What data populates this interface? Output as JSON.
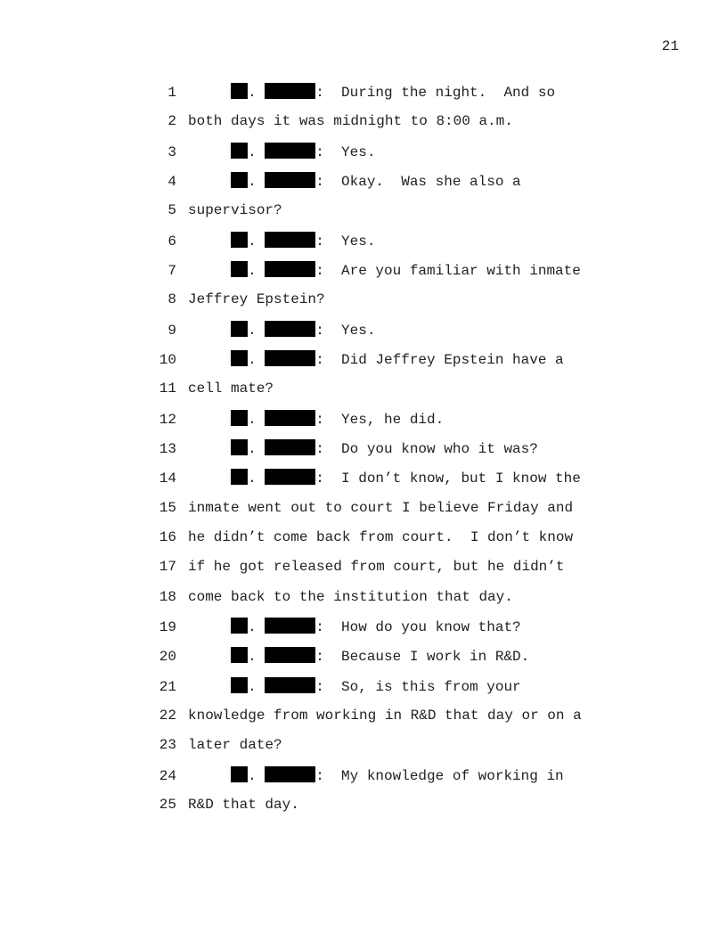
{
  "page_number": "21",
  "lines": [
    {
      "n": "1",
      "speaker": true,
      "text": "During the night.  And so"
    },
    {
      "n": "2",
      "speaker": false,
      "text": "both days it was midnight to 8:00 a.m."
    },
    {
      "n": "3",
      "speaker": true,
      "text": "Yes."
    },
    {
      "n": "4",
      "speaker": true,
      "text": "Okay.  Was she also a"
    },
    {
      "n": "5",
      "speaker": false,
      "text": "supervisor?"
    },
    {
      "n": "6",
      "speaker": true,
      "text": "Yes."
    },
    {
      "n": "7",
      "speaker": true,
      "text": "Are you familiar with inmate"
    },
    {
      "n": "8",
      "speaker": false,
      "text": "Jeffrey Epstein?"
    },
    {
      "n": "9",
      "speaker": true,
      "text": "Yes."
    },
    {
      "n": "10",
      "speaker": true,
      "text": "Did Jeffrey Epstein have a"
    },
    {
      "n": "11",
      "speaker": false,
      "text": "cell mate?"
    },
    {
      "n": "12",
      "speaker": true,
      "text": "Yes, he did."
    },
    {
      "n": "13",
      "speaker": true,
      "text": "Do you know who it was?"
    },
    {
      "n": "14",
      "speaker": true,
      "text": "I don’t know, but I know the"
    },
    {
      "n": "15",
      "speaker": false,
      "text": "inmate went out to court I believe Friday and"
    },
    {
      "n": "16",
      "speaker": false,
      "text": "he didn’t come back from court.  I don’t know"
    },
    {
      "n": "17",
      "speaker": false,
      "text": "if he got released from court, but he didn’t"
    },
    {
      "n": "18",
      "speaker": false,
      "text": "come back to the institution that day."
    },
    {
      "n": "19",
      "speaker": true,
      "text": "How do you know that?"
    },
    {
      "n": "20",
      "speaker": true,
      "text": "Because I work in R&D."
    },
    {
      "n": "21",
      "speaker": true,
      "text": "So, is this from your"
    },
    {
      "n": "22",
      "speaker": false,
      "text": "knowledge from working in R&D that day or on a"
    },
    {
      "n": "23",
      "speaker": false,
      "text": "later date?"
    },
    {
      "n": "24",
      "speaker": true,
      "text": "My knowledge of working in"
    },
    {
      "n": "25",
      "speaker": false,
      "text": "R&D that day."
    }
  ]
}
